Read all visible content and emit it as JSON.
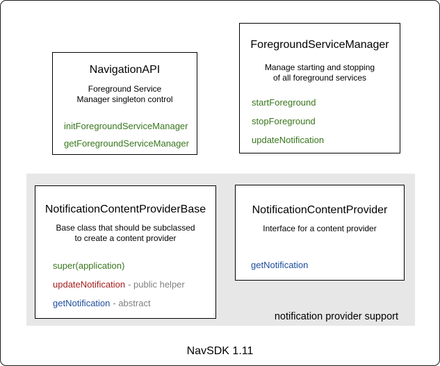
{
  "colors": {
    "method_green": "#38761d",
    "method_red": "#a51d1d",
    "method_blue": "#1c4b9c",
    "suffix_gray": "#7f7f7f",
    "group_background": "#e7e7e7"
  },
  "boxes": {
    "navigation_api": {
      "title": "NavigationAPI",
      "description": [
        "Foreground Service",
        "Manager singleton control"
      ],
      "methods": [
        {
          "label": "initForegroundServiceManager"
        },
        {
          "label": "getForegroundServiceManager"
        }
      ]
    },
    "foreground_service_manager": {
      "title": "ForegroundServiceManager",
      "description": [
        "Manage starting and stopping",
        "of all foreground services"
      ],
      "methods": [
        {
          "label": "startForeground"
        },
        {
          "label": "stopForeground"
        },
        {
          "label": "updateNotification"
        }
      ]
    },
    "notification_content_provider_base": {
      "title": "NotificationContentProviderBase",
      "description": [
        "Base class that should be subclassed",
        "to create a content provider"
      ],
      "methods": [
        {
          "label": "super(application)",
          "suffix": ""
        },
        {
          "label": "updateNotification",
          "suffix": "- public helper"
        },
        {
          "label": "getNotification",
          "suffix": "- abstract"
        }
      ]
    },
    "notification_content_provider": {
      "title": "NotificationContentProvider",
      "description": [
        "Interface for a content provider"
      ],
      "methods": [
        {
          "label": "getNotification"
        }
      ]
    }
  },
  "group": {
    "label": "notification provider support"
  },
  "footer": {
    "label": "NavSDK 1.11"
  }
}
